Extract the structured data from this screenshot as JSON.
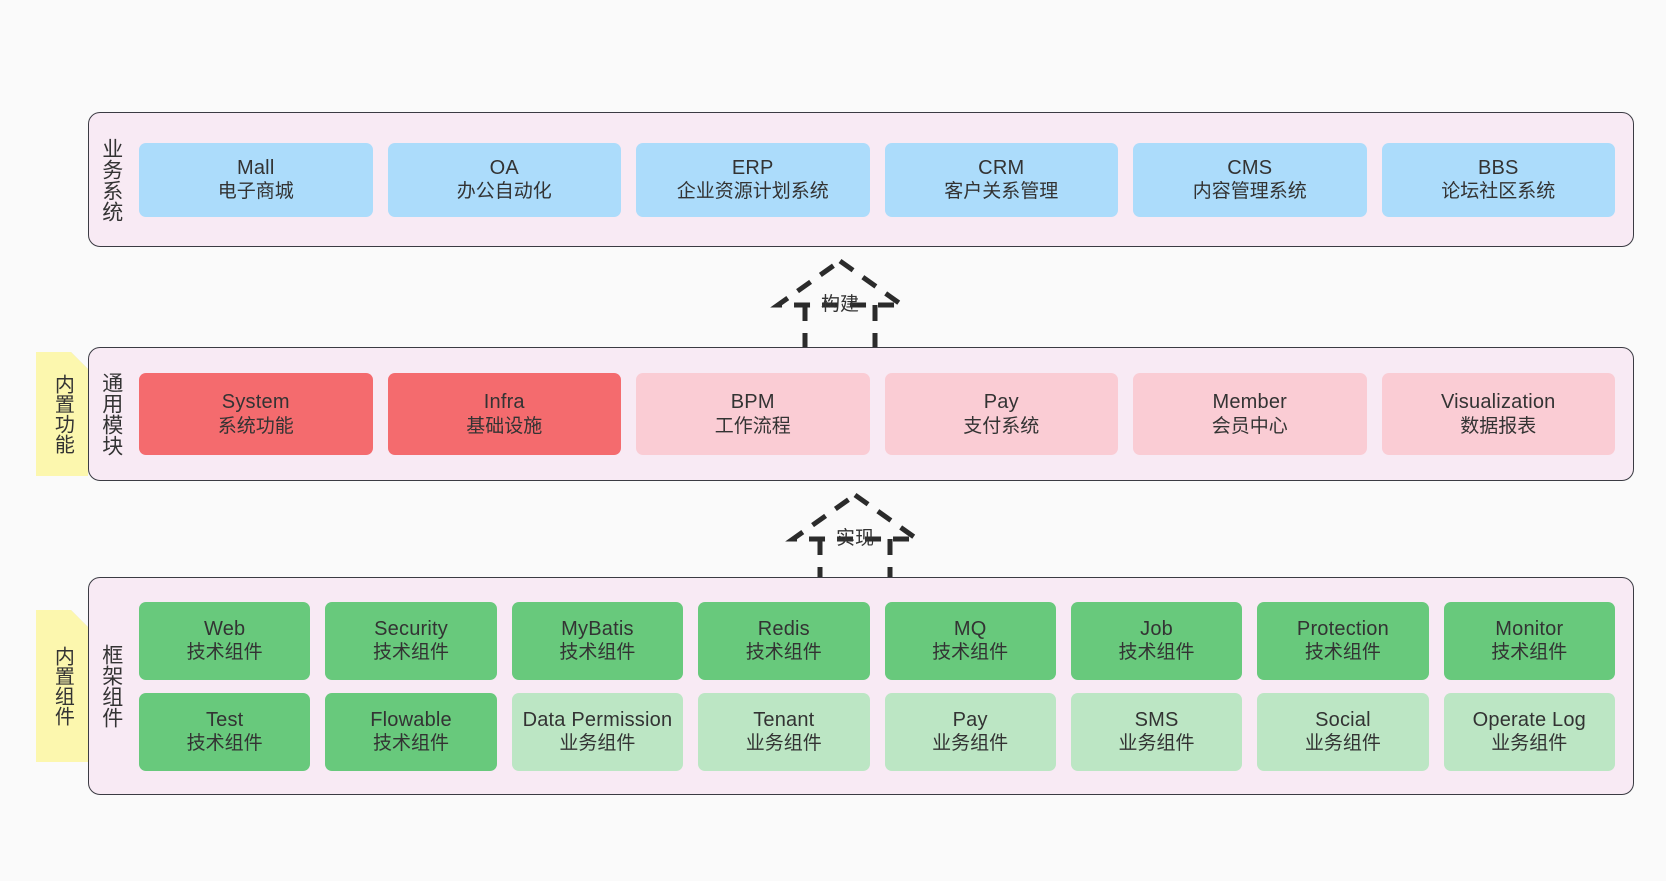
{
  "diagram": {
    "background_color": "#FAFAFA",
    "panel_color": "#F8EAF4",
    "panel_border_color": "#3B3B43",
    "sticky_color": "#FCF7AE"
  },
  "layers": {
    "business": {
      "title": "业务系统",
      "cards": [
        {
          "en": "Mall",
          "cn": "电子商城",
          "color": "#ACDCFB"
        },
        {
          "en": "OA",
          "cn": "办公自动化",
          "color": "#ACDCFB"
        },
        {
          "en": "ERP",
          "cn": "企业资源计划系统",
          "color": "#ACDCFB"
        },
        {
          "en": "CRM",
          "cn": "客户关系管理",
          "color": "#ACDCFB"
        },
        {
          "en": "CMS",
          "cn": "内容管理系统",
          "color": "#ACDCFB"
        },
        {
          "en": "BBS",
          "cn": "论坛社区系统",
          "color": "#ACDCFB"
        }
      ]
    },
    "modules": {
      "title": "通用模块",
      "sticky": "内置功能",
      "cards": [
        {
          "en": "System",
          "cn": "系统功能",
          "color": "#F46B6E"
        },
        {
          "en": "Infra",
          "cn": "基础设施",
          "color": "#F46B6E"
        },
        {
          "en": "BPM",
          "cn": "工作流程",
          "color": "#FACCD4"
        },
        {
          "en": "Pay",
          "cn": "支付系统",
          "color": "#FACCD4"
        },
        {
          "en": "Member",
          "cn": "会员中心",
          "color": "#FACCD4"
        },
        {
          "en": "Visualization",
          "cn": "数据报表",
          "color": "#FACCD4"
        }
      ]
    },
    "framework": {
      "title": "框架组件",
      "sticky": "内置组件",
      "row1": [
        {
          "en": "Web",
          "cn": "技术组件",
          "color": "#68C97C"
        },
        {
          "en": "Security",
          "cn": "技术组件",
          "color": "#68C97C"
        },
        {
          "en": "MyBatis",
          "cn": "技术组件",
          "color": "#68C97C"
        },
        {
          "en": "Redis",
          "cn": "技术组件",
          "color": "#68C97C"
        },
        {
          "en": "MQ",
          "cn": "技术组件",
          "color": "#68C97C"
        },
        {
          "en": "Job",
          "cn": "技术组件",
          "color": "#68C97C"
        },
        {
          "en": "Protection",
          "cn": "技术组件",
          "color": "#68C97C"
        },
        {
          "en": "Monitor",
          "cn": "技术组件",
          "color": "#68C97C"
        }
      ],
      "row2": [
        {
          "en": "Test",
          "cn": "技术组件",
          "color": "#68C97C"
        },
        {
          "en": "Flowable",
          "cn": "技术组件",
          "color": "#68C97C"
        },
        {
          "en": "Data Permission",
          "cn": "业务组件",
          "color": "#BCE6C4"
        },
        {
          "en": "Tenant",
          "cn": "业务组件",
          "color": "#BCE6C4"
        },
        {
          "en": "Pay",
          "cn": "业务组件",
          "color": "#BCE6C4"
        },
        {
          "en": "SMS",
          "cn": "业务组件",
          "color": "#BCE6C4"
        },
        {
          "en": "Social",
          "cn": "业务组件",
          "color": "#BCE6C4"
        },
        {
          "en": "Operate Log",
          "cn": "业务组件",
          "color": "#BCE6C4"
        }
      ]
    }
  },
  "connectors": [
    {
      "name": "build",
      "label": "构建",
      "from": "modules",
      "to": "business"
    },
    {
      "name": "implement",
      "label": "实现",
      "from": "framework",
      "to": "modules"
    }
  ]
}
